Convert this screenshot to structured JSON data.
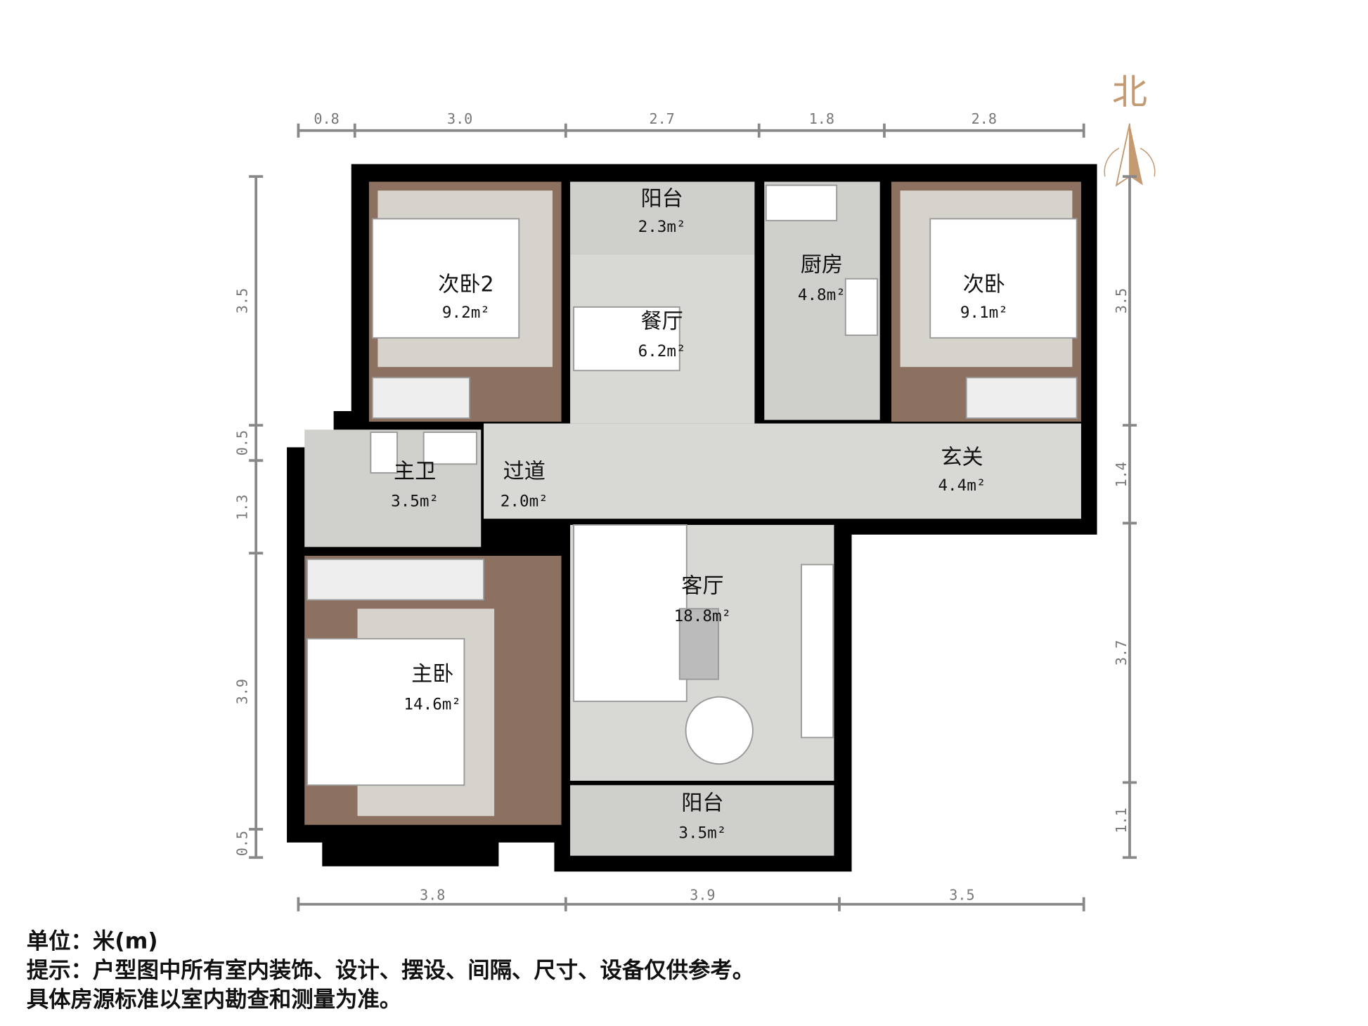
{
  "compass": {
    "label": "北",
    "color": "#c49a72"
  },
  "dimensions": {
    "top": [
      "0.8",
      "3.0",
      "2.7",
      "1.8",
      "2.8"
    ],
    "bottom": [
      "3.8",
      "3.9",
      "3.5"
    ],
    "left": [
      "3.5",
      "0.5",
      "1.3",
      "3.9",
      "0.5"
    ],
    "right": [
      "3.5",
      "1.4",
      "3.7",
      "1.1"
    ]
  },
  "rooms": [
    {
      "name": "次卧2",
      "area": "9.2m²"
    },
    {
      "name": "阳台",
      "area": "2.3m²"
    },
    {
      "name": "餐厅",
      "area": "6.2m²"
    },
    {
      "name": "厨房",
      "area": "4.8m²"
    },
    {
      "name": "次卧",
      "area": "9.1m²"
    },
    {
      "name": "主卫",
      "area": "3.5m²"
    },
    {
      "name": "过道",
      "area": "2.0m²"
    },
    {
      "name": "玄关",
      "area": "4.4m²"
    },
    {
      "name": "客厅",
      "area": "18.8m²"
    },
    {
      "name": "主卧",
      "area": "14.6m²"
    },
    {
      "name": "阳台",
      "area": "3.5m²"
    }
  ],
  "notes": {
    "unit": "单位：米(m)",
    "line1": "提示：户型图中所有室内装饰、设计、摆设、间隔、尺寸、设备仅供参考。",
    "line2": "具体房源标准以室内勘查和测量为准。"
  },
  "colors": {
    "wall": "#000000",
    "tile": "#d8d8d4",
    "wood": "#8c7060",
    "dim": "#888888"
  }
}
